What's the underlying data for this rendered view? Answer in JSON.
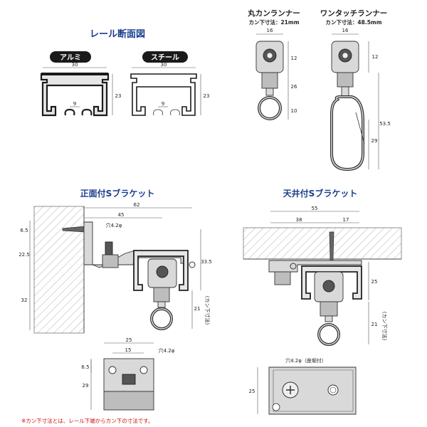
{
  "sections": {
    "rail_section": {
      "title": "レール断面図",
      "labels": {
        "aluminum": "アルミ",
        "steel": "スチール"
      },
      "dims": {
        "width_al": "30",
        "height_al": "23",
        "gap_al": "9",
        "width_st": "30",
        "height_st": "23",
        "gap_st": "9"
      }
    },
    "runners": {
      "round_title": "丸カンランナー",
      "round_sub": "カン下寸法：21mm",
      "onetouch_title": "ワンタッチランナー",
      "onetouch_sub": "カン下寸法：48.5mm",
      "round_dims": {
        "width": "16",
        "d12": "12",
        "d26": "26",
        "d10": "10"
      },
      "onetouch_dims": {
        "width": "16",
        "d12": "12",
        "d53": "53.5",
        "d29": "29"
      }
    },
    "front_bracket": {
      "title": "正面付Sブラケット",
      "dims": {
        "d62": "62",
        "d45": "45",
        "hole": "穴4.2φ",
        "d65": "6.5",
        "d225": "22.5",
        "d32": "32",
        "d335": "33.5",
        "d21": "21",
        "kan_note": "(カン下寸法)"
      },
      "plate_dims": {
        "d25": "25",
        "d15": "15",
        "hole": "穴4.2φ",
        "d65": "6.5",
        "d29": "29"
      }
    },
    "ceiling_bracket": {
      "title": "天井付Sブラケット",
      "dims": {
        "d55": "55",
        "d38": "38",
        "d17": "17",
        "d25": "25",
        "d21": "21",
        "kan_note": "(カン下寸法)"
      },
      "plate_dims": {
        "hole": "穴4.2φ（座堀付）",
        "d25": "25"
      }
    }
  },
  "footnote": "※カン下寸法とは、レール下端からカン下の寸法です。",
  "colors": {
    "title_blue": "#1b3f8f",
    "note_red": "#d01010"
  }
}
